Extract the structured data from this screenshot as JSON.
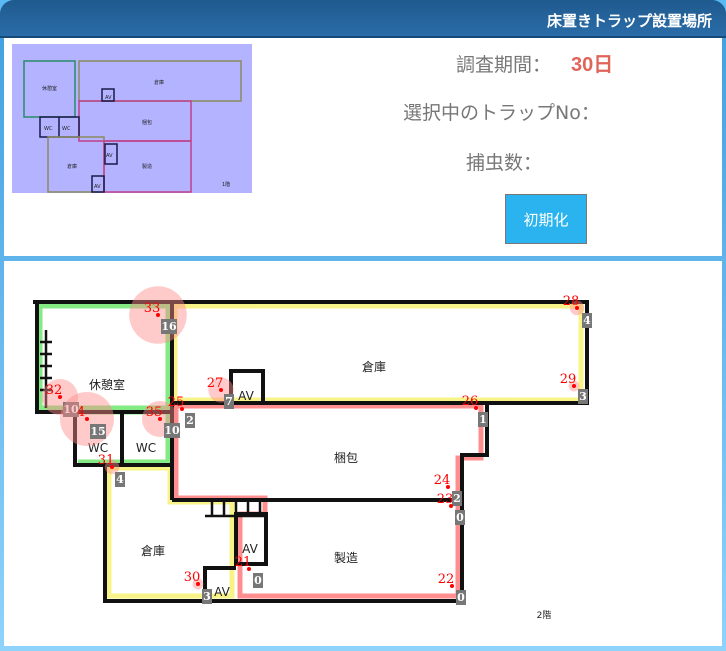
{
  "header": {
    "title": "床置きトラップ設置場所"
  },
  "info": {
    "period_label": "調査期間：",
    "period_value": "30日",
    "selected_label": "選択中のトラップNo：",
    "catch_label": "捕虫数：",
    "reset_label": "初期化"
  },
  "thumbnail": {
    "rooms": [
      "休憩室",
      "WC",
      "WC",
      "倉庫",
      "梱包",
      "倉庫",
      "製造",
      "AV",
      "AV",
      "AV"
    ],
    "floor": "1階"
  },
  "plan": {
    "floor": "2階",
    "rooms": {
      "rest": "休憩室",
      "wc1": "WC",
      "wc2": "WC",
      "storage_top": "倉庫",
      "packing": "梱包",
      "storage_bottom": "倉庫",
      "manufacturing": "製造",
      "av1": "AV",
      "av2": "AV",
      "av3": "AV"
    },
    "traps": [
      {
        "no": "33",
        "count": 16
      },
      {
        "no": "32",
        "count": 10
      },
      {
        "no": "4",
        "count": 15
      },
      {
        "no": "35",
        "count": 10
      },
      {
        "no": "25",
        "count": 2
      },
      {
        "no": "27",
        "count": 7
      },
      {
        "no": "31",
        "count": 4
      },
      {
        "no": "26",
        "count": 1
      },
      {
        "no": "28",
        "count": 4
      },
      {
        "no": "29",
        "count": 3
      },
      {
        "no": "24",
        "count": 2
      },
      {
        "no": "23",
        "count": 0
      },
      {
        "no": "21",
        "count": 0
      },
      {
        "no": "30",
        "count": 3
      },
      {
        "no": "22",
        "count": 0
      }
    ]
  },
  "colors": {
    "accent": "#2ab3ee",
    "header": "#2a6ca8",
    "days": "#e0645a",
    "trap": "#ff0000"
  }
}
